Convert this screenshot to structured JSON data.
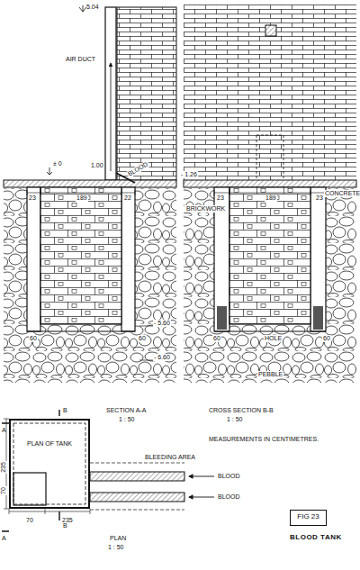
{
  "diagram": {
    "caption": "BLOOD TANK",
    "nodes": [
      {
        "text": [
          "PLAN OF TANK"
        ]
      },
      {
        "text": [
          "FIG 23"
        ]
      }
    ],
    "labels": [
      "5.04",
      "AIR DUCT",
      "± 0",
      "1.00",
      "BLOOD",
      "- 1.26",
      "23",
      "189",
      "22",
      "BRICKWORK",
      "CONCRETE",
      "23",
      "189",
      "23",
      "60",
      "60",
      "- 5.60",
      "- 6.60",
      "60",
      "HOLE",
      "60",
      "PEBBLE",
      "SECTION A-A",
      "1 : 50",
      "CROSS SECTION B-B",
      "1 : 50",
      "BLEEDING AREA",
      "BLOOD",
      "BLOOD",
      "MEASUREMENTS IN CENTIMETRES.",
      "235",
      "70",
      "70",
      "235",
      "A",
      "A",
      "B",
      "B",
      "PLAN",
      "1 : 50"
    ]
  }
}
